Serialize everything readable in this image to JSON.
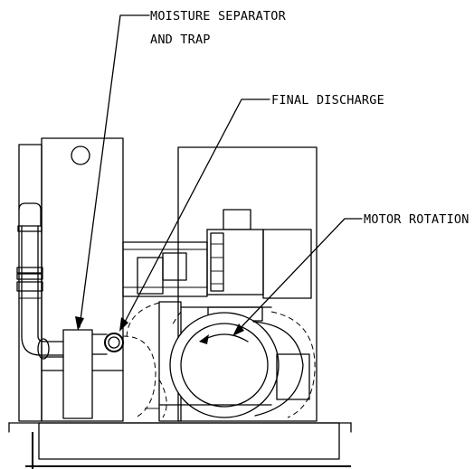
{
  "labels": {
    "moisture_separator_line1": "MOISTURE SEPARATOR",
    "moisture_separator_line2": "AND TRAP",
    "final_discharge": "FINAL DISCHARGE",
    "motor_rotation": "MOTOR ROTATION"
  }
}
